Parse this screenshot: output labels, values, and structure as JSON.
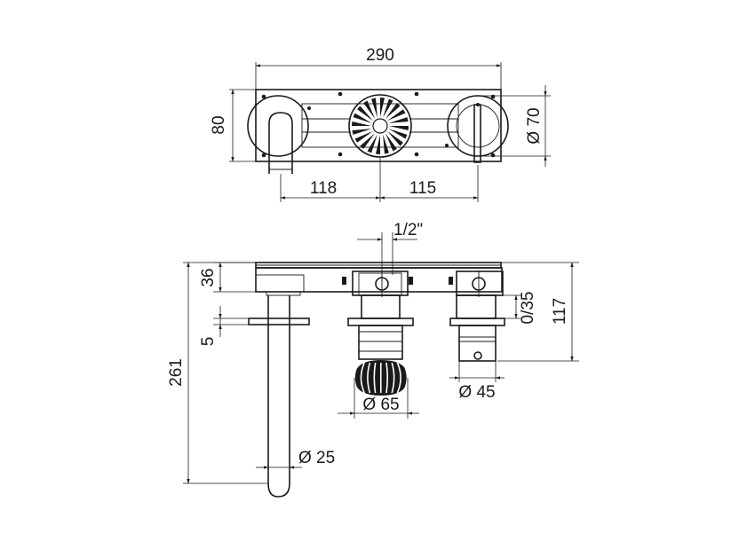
{
  "top_view": {
    "width_label": "290",
    "height_label": "80",
    "left_offset_label": "118",
    "right_offset_label": "115",
    "knob_diameter_label": "Ø 70"
  },
  "side_view": {
    "thread_label": "1/2\"",
    "depth_label": "36",
    "flange_label": "5",
    "spout_length_label": "261",
    "adjust_range_label": "0/35",
    "total_depth_label": "117",
    "handwheel_diameter_label": "Ø 65",
    "lever_diameter_label": "Ø 45",
    "spout_diameter_label": "Ø 25"
  }
}
